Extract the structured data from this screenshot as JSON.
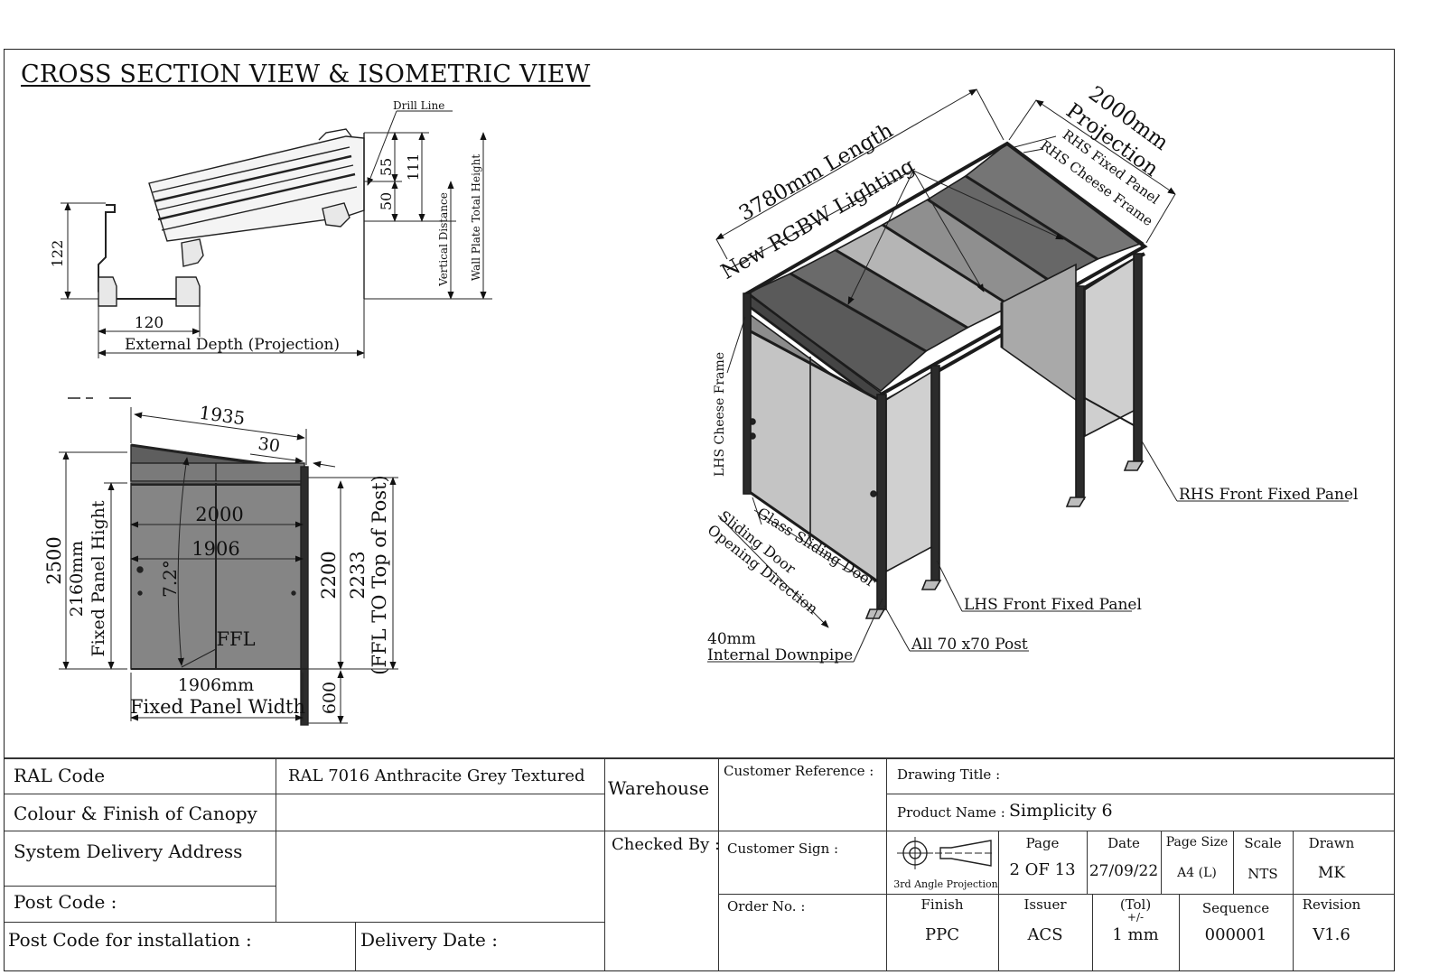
{
  "title": "CROSS SECTION VIEW & ISOMETRIC VIEW",
  "cross_section": {
    "drill_line": "Drill Line",
    "dim_55": "55",
    "dim_50": "50",
    "dim_111": "111",
    "vertical_distance": "Vertical Distance",
    "wall_plate_total_height": "Wall Plate Total Height",
    "dim_122": "122",
    "dim_120": "120",
    "external_depth": "External Depth (Projection)"
  },
  "side_view": {
    "dim_1935": "1935",
    "dim_30": "30",
    "dim_2000": "2000",
    "dim_1906": "1906",
    "angle": "7.2°",
    "ffl": "FFL",
    "dim_2500": "2500",
    "dim_2160": "2160mm",
    "fixed_panel_hight": "Fixed Panel Hight",
    "dim_2200": "2200",
    "dim_2233": "2233",
    "ffl_to_top": "(FFL TO Top of Post)",
    "dim_600": "600",
    "fixed_panel_width_value": "1906mm",
    "fixed_panel_width": "Fixed Panel Width"
  },
  "isometric": {
    "length": "3780mm Length",
    "lighting": "New RGBW Lighting",
    "projection_value": "2000mm",
    "projection": "Projection",
    "rhs_fixed_panel": "RHS Fixed Panel",
    "rhs_cheese_frame": "RHS Cheese Frame",
    "lhs_cheese_frame": "LHS Cheese Frame",
    "sliding_door": "Sliding Door",
    "opening_direction": "Opening Direction",
    "glass_sliding_door": "Glass Sliding Door",
    "downpipe_size": "40mm",
    "downpipe": "Internal Downpipe",
    "post": "All 70 x70 Post",
    "lhs_front_fixed_panel": "LHS Front Fixed Panel",
    "rhs_front_fixed_panel": "RHS Front Fixed Panel"
  },
  "title_block": {
    "ral_code_label": "RAL Code",
    "ral_code_value": "RAL 7016 Anthracite Grey Textured",
    "colour_label": "Colour & Finish of Canopy",
    "warehouse": "Warehouse",
    "customer_reference": "Customer Reference :",
    "drawing_title": "Drawing Title :",
    "product_name_label": "Product Name :",
    "product_name_value": "Simplicity 6",
    "delivery_address": "System Delivery Address",
    "checked_by": "Checked By :",
    "customer_sign": "Customer Sign :",
    "projection_label": "3rd Angle Projection",
    "post_code": "Post Code :",
    "post_code_installation": "Post Code for installation :",
    "delivery_date": "Delivery Date :",
    "order_no": "Order No. :",
    "page_label": "Page",
    "page_value": "2 OF 13",
    "date_label": "Date",
    "date_value": "27/09/22",
    "page_size_label": "Page Size",
    "page_size_value": "A4 (L)",
    "scale_label": "Scale",
    "scale_value": "NTS",
    "drawn_label": "Drawn",
    "drawn_value": "MK",
    "finish_label": "Finish",
    "finish_value": "PPC",
    "issuer_label": "Issuer",
    "issuer_value": "ACS",
    "tol_label": "(Tol)",
    "tol_pm": "+/-",
    "tol_value": "1 mm",
    "sequence_label": "Sequence",
    "sequence_value": "000001",
    "revision_label": "Revision",
    "revision_value": "V1.6"
  }
}
